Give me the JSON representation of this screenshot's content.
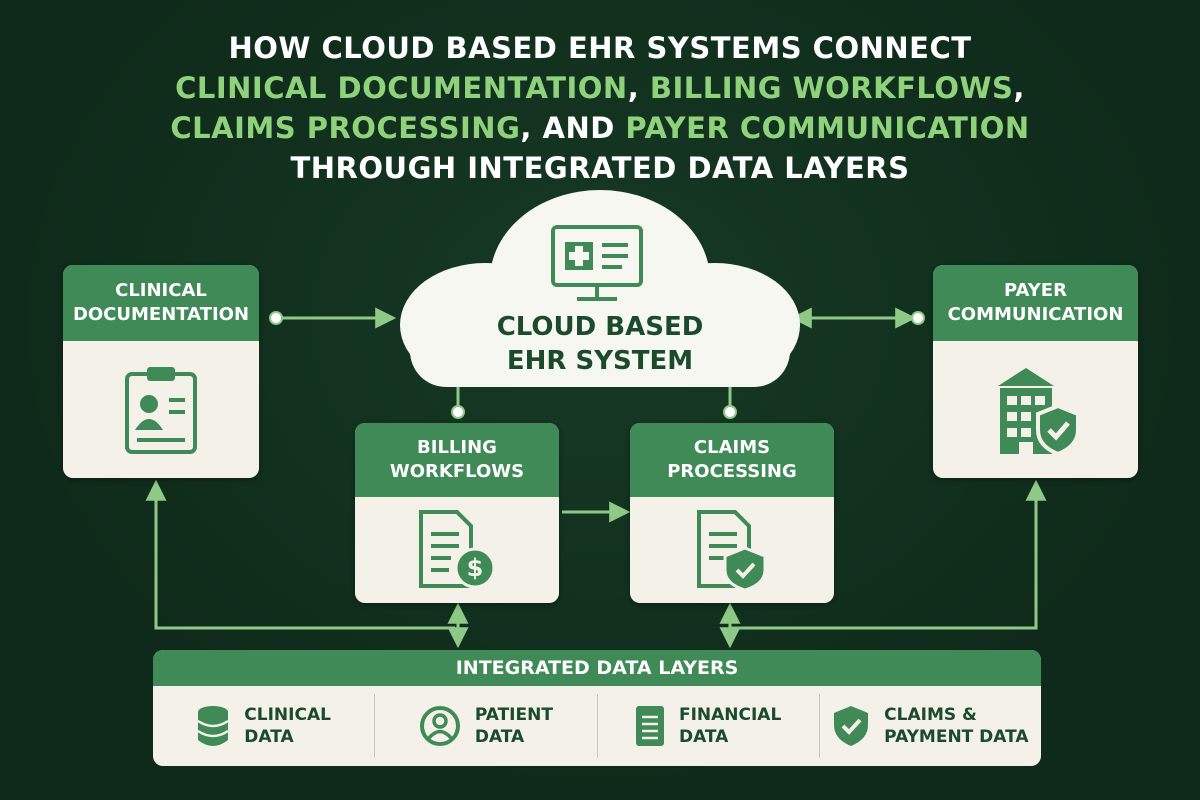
{
  "title": {
    "line1": "HOW CLOUD BASED EHR SYSTEMS CONNECT",
    "line2a": "CLINICAL DOCUMENTATION",
    "line2b": ", ",
    "line2c": "BILLING WORKFLOWS",
    "line2d": ",",
    "line3a": "CLAIMS PROCESSING",
    "line3b": ", AND ",
    "line3c": "PAYER COMMUNICATION",
    "line4": "THROUGH INTEGRATED DATA LAYERS"
  },
  "cloud": {
    "line1": "CLOUD BASED",
    "line2": "EHR SYSTEM",
    "icon": "medical-monitor-icon"
  },
  "nodes": {
    "clinical": {
      "line1": "CLINICAL",
      "line2": "DOCUMENTATION",
      "icon": "clipboard-patient-icon"
    },
    "billing": {
      "line1": "BILLING",
      "line2": "WORKFLOWS",
      "icon": "invoice-dollar-icon"
    },
    "claims": {
      "line1": "CLAIMS",
      "line2": "PROCESSING",
      "icon": "document-shield-icon"
    },
    "payer": {
      "line1": "PAYER",
      "line2": "COMMUNICATION",
      "icon": "building-shield-icon"
    }
  },
  "data_layers": {
    "header": "INTEGRATED DATA LAYERS",
    "items": [
      {
        "line1": "CLINICAL",
        "line2": "DATA",
        "icon": "database-icon"
      },
      {
        "line1": "PATIENT",
        "line2": "DATA",
        "icon": "user-circle-icon"
      },
      {
        "line1": "FINANCIAL",
        "line2": "DATA",
        "icon": "ledger-icon"
      },
      {
        "line1": "CLAIMS &",
        "line2": "PAYMENT DATA",
        "icon": "shield-check-icon"
      }
    ]
  },
  "colors": {
    "background": "#0f2a1a",
    "accent": "#3f8a56",
    "connector": "#8fc987",
    "title_highlight": "#8fd27c",
    "card": "#f3f1e8"
  }
}
